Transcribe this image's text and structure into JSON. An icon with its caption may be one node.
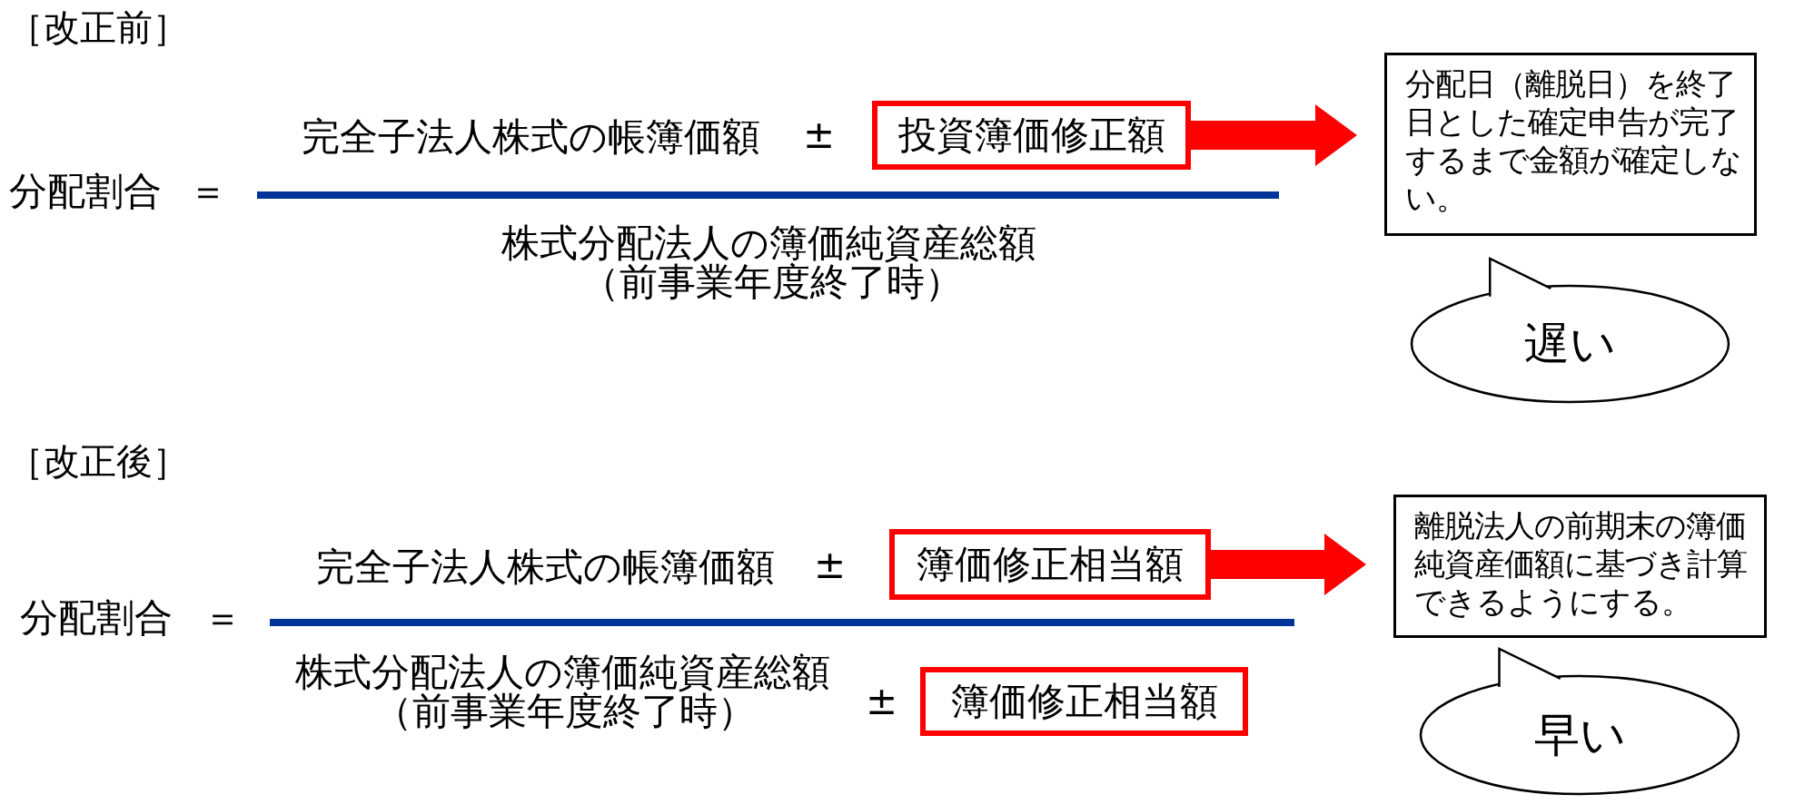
{
  "diagram": {
    "nodes": [
      {
        "text": [
          "投資簿価修正額"
        ]
      },
      {
        "text": [
          "分配日（離脱日）を終了日とした確定申告が完了するまで金額が確定しない。"
        ]
      },
      {
        "text": [
          "遅い"
        ]
      },
      {
        "text": [
          "簿価修正相当額"
        ]
      },
      {
        "text": [
          "離脱法人の前期末の簿価純資産価額に基づき計算できるようにする。"
        ]
      },
      {
        "text": [
          "早い"
        ]
      },
      {
        "text": [
          "簿価修正相当額"
        ]
      }
    ],
    "edges": [
      {
        "from": 0,
        "to": 1,
        "arrow": "to",
        "style": "thick"
      },
      {
        "from": 3,
        "to": 4,
        "arrow": "to",
        "style": "thick"
      }
    ],
    "labels": [
      "［改正前］",
      "分配割合",
      "＝",
      "完全子法人株式の帳簿価額",
      "±",
      "株式分配法人の簿価純資産総額",
      "（前事業年度終了時）",
      "［改正後］",
      "分配割合",
      "＝",
      "完全子法人株式の帳簿価額",
      "±",
      "株式分配法人の簿価純資産総額",
      "（前事業年度終了時）",
      "±"
    ]
  }
}
